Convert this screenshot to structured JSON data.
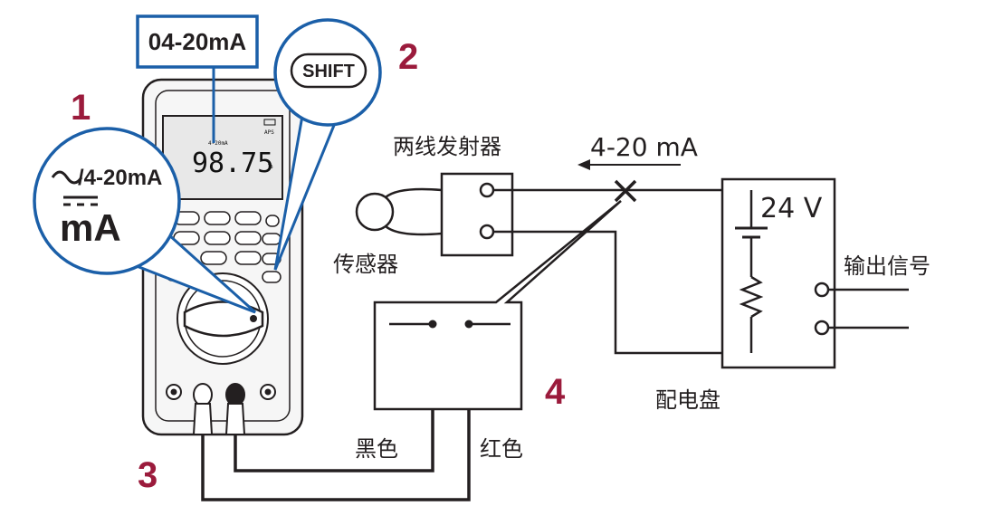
{
  "steps": {
    "step1": "1",
    "step2": "2",
    "step3": "3",
    "step4": "4"
  },
  "meter": {
    "range_callout": "04-20mA",
    "shift_label": "SHIFT",
    "mode_line1": "/4-20mA",
    "mode_line2": "mA",
    "lcd_reading": "98.75",
    "lcd_unit": "%",
    "lcd_range": "4-20mA",
    "lcd_aps": "APS"
  },
  "circuit": {
    "transmitter_label": "两线发射器",
    "current_label": "4-20 mA",
    "sensor_label": "传感器",
    "supply_voltage": "24 V",
    "output_label": "输出信号",
    "panel_label": "配电盘",
    "black_lead_label": "黑色",
    "red_lead_label": "红色"
  },
  "colors": {
    "accent_blue": "#1b5fa8",
    "step_red": "#9b1b3c",
    "line": "#231f20"
  }
}
